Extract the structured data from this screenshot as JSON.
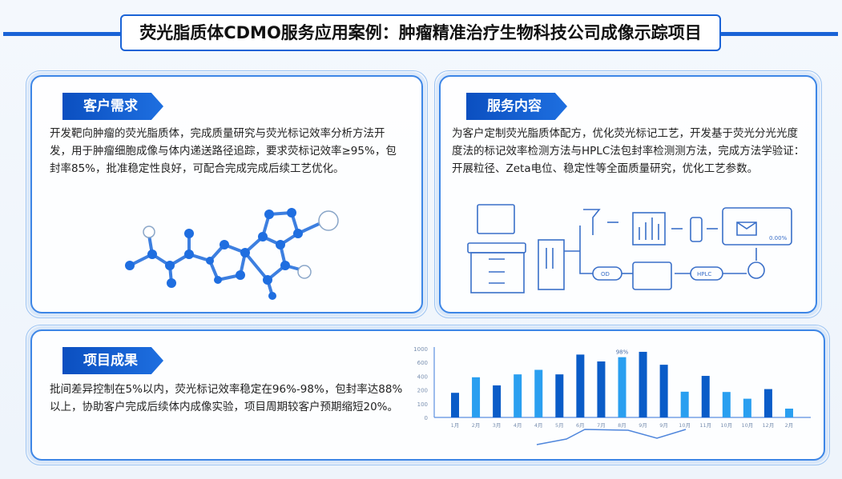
{
  "title": "荧光脂质体CDMO服务应用案例：肿瘤精准治疗生物科技公司成像示踪项目",
  "customer_needs": {
    "label": "客户需求",
    "text": "开发靶向肿瘤的荧光脂质体，完成质量研究与荧光标记效率分析方法开发，用于肿瘤细胞成像与体内递送路径追踪，要求荧标记效率≥95%，包封率85%，批准稳定性良好，可配合完成完成后续工艺优化。",
    "illustration": "molecule-structure"
  },
  "service_content": {
    "label": "服务内容",
    "text": "为客户定制荧光脂质体配方，优化荧光标记工艺，开发基于荧光分光光度度法的标记效率检测方法与HPLC法包封率检测测方法，完成方法学验证：开展粒径、Zeta电位、稳定性等全面质量研究，优化工艺参数。",
    "diagram_labels": {
      "readout": "0.00%",
      "node_a": "OD",
      "node_b": "HPLC"
    }
  },
  "results": {
    "label": "项目成果",
    "text": "批间差异控制在5%以内，荧光标记效率稳定在96%-98%，包封率达88%以上，协助客户完成后续体内成像实验，项目周期较客户预期缩短20%。"
  },
  "colors": {
    "primary": "#1a63d6",
    "dark_bar": "#0a5cc8",
    "light_bar": "#2a9ff0"
  },
  "chart_data": {
    "type": "bar",
    "yticks": [
      0,
      100,
      200,
      400,
      600,
      1000
    ],
    "categories": [
      "1月",
      "2月",
      "3月",
      "4月",
      "4月",
      "5月",
      "6月",
      "7月",
      "8月",
      "9月",
      "9月",
      "10月",
      "11月",
      "10月",
      "10月",
      "12月",
      "2月"
    ],
    "values": [
      179,
      384,
      266,
      426,
      492,
      426,
      828,
      628,
      752,
      908,
      566,
      187,
      404,
      185,
      136,
      212,
      64
    ],
    "shades": [
      "dark",
      "light",
      "dark",
      "light",
      "light",
      "dark",
      "dark",
      "dark",
      "light",
      "dark",
      "dark",
      "light",
      "dark",
      "light",
      "light",
      "dark",
      "light"
    ],
    "annotation": {
      "index": 8,
      "text": "98%"
    },
    "grid": false
  }
}
